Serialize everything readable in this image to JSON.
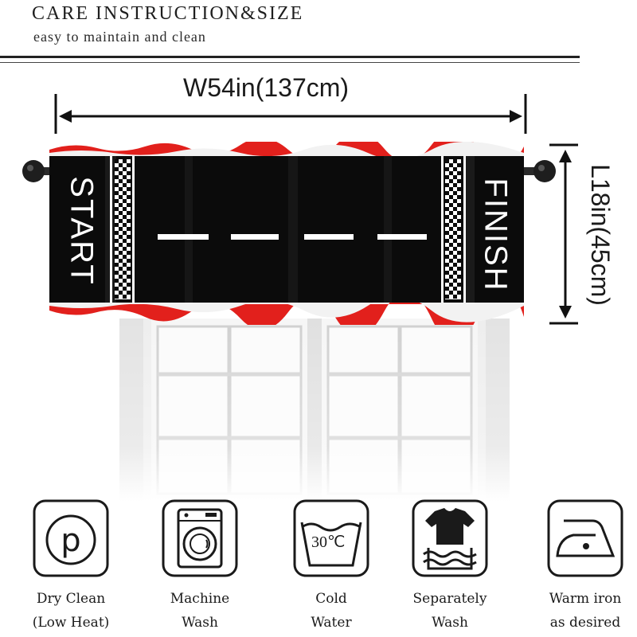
{
  "header": {
    "title": "CARE INSTRUCTION&SIZE",
    "subtitle": "easy to maintain and clean"
  },
  "dimensions": {
    "width_label": "W54in(137cm)",
    "height_label": "L18in(45cm)"
  },
  "valance": {
    "start_text": "START",
    "finish_text": "FINISH",
    "colors": {
      "body": "#0b0b0b",
      "trim": "#e2201c",
      "stripe": "#ffffff"
    }
  },
  "care": [
    {
      "icon": "dry-clean-p-icon",
      "line1": "Dry Clean",
      "line2": "(Low Heat)"
    },
    {
      "icon": "washing-machine-icon",
      "line1": "Machine",
      "line2": "Wash"
    },
    {
      "icon": "wash-tub-30c-icon",
      "line1": "Cold",
      "line2": "Water",
      "temp": "30℃"
    },
    {
      "icon": "separate-wash-shirt-icon",
      "line1": "Separately",
      "line2": "Wash"
    },
    {
      "icon": "iron-icon",
      "line1": "Warm iron",
      "line2": "as desired"
    }
  ]
}
